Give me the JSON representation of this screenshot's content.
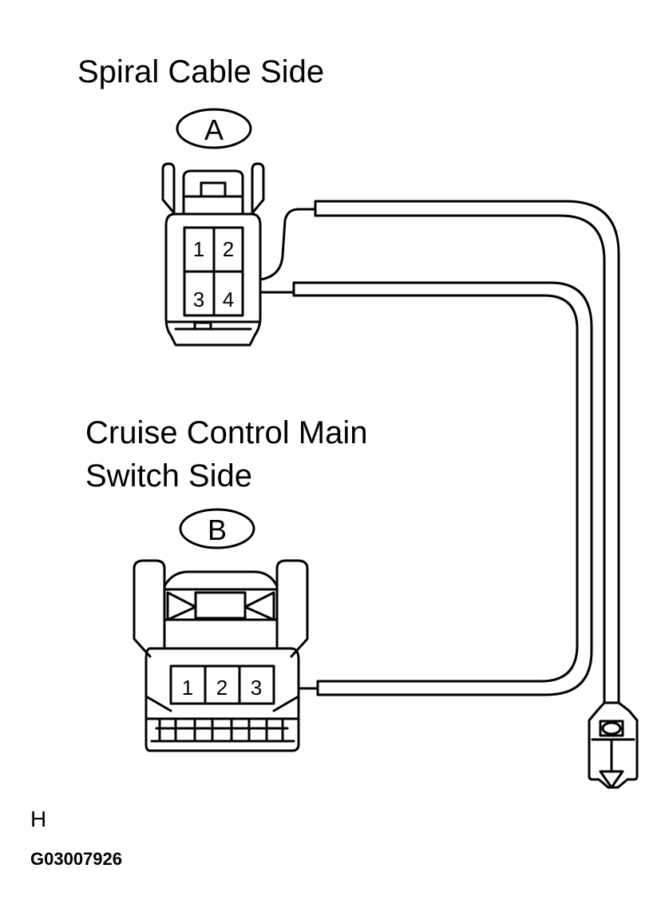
{
  "connector_a": {
    "title": "Spiral Cable Side",
    "tag": "A",
    "pins": [
      "1",
      "2",
      "3",
      "4"
    ]
  },
  "connector_b": {
    "title_line1": "Cruise Control Main",
    "title_line2": "Switch Side",
    "tag": "B",
    "pins": [
      "1",
      "2",
      "3"
    ]
  },
  "footer": {
    "code": "H",
    "figure_id": "G03007926"
  }
}
